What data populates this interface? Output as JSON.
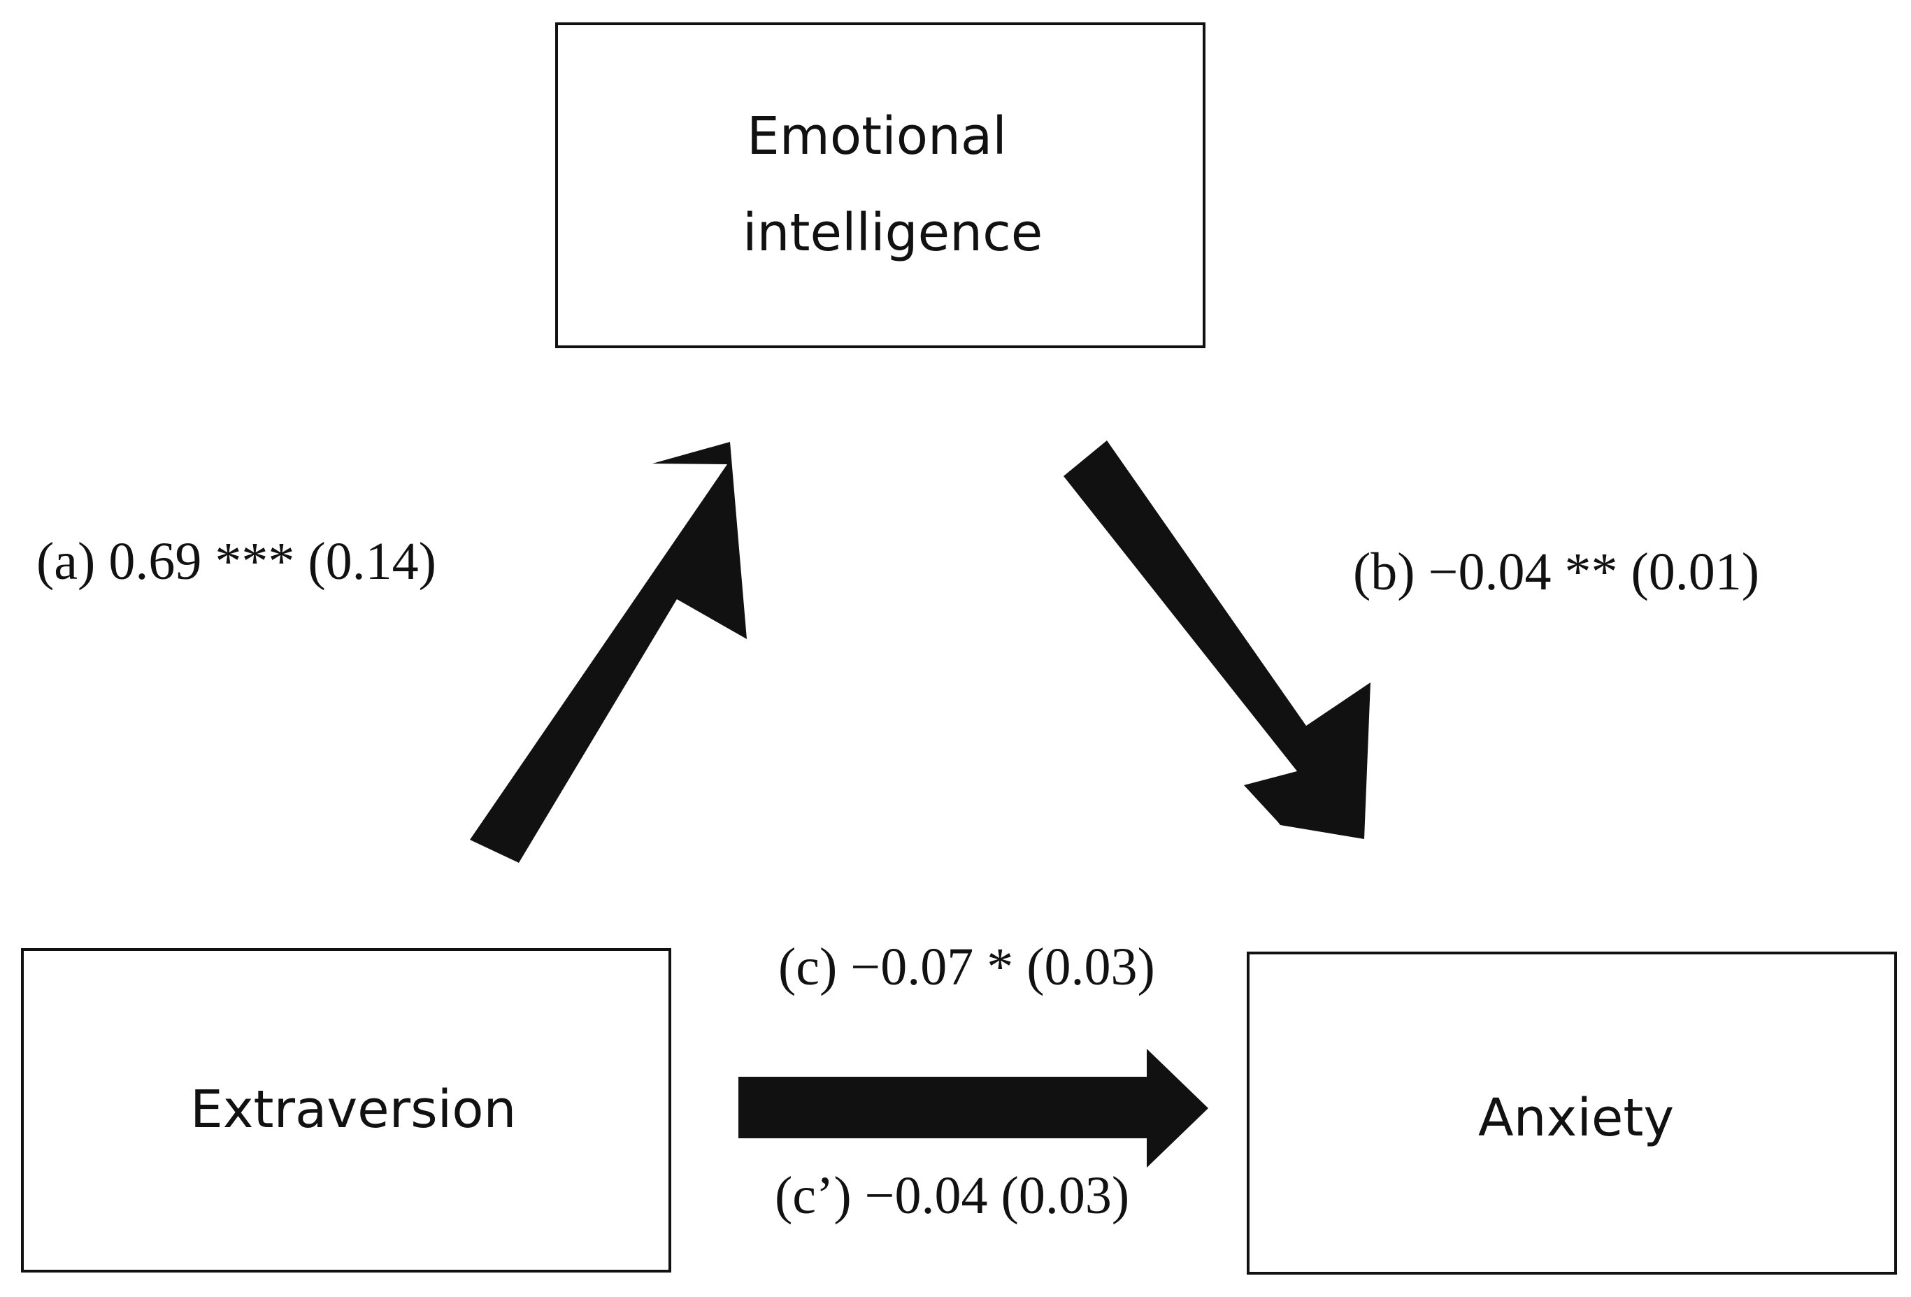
{
  "nodes": {
    "mediator": {
      "line1": "Emotional",
      "line2": "intelligence"
    },
    "predictor": {
      "label": "Extraversion"
    },
    "outcome": {
      "label": "Anxiety"
    }
  },
  "paths": {
    "a": "(a) 0.69 *** (0.14)",
    "b": "(b) −0.04 ** (0.01)",
    "c": "(c) −0.07 * (0.03)",
    "c_prime": "(c’) −0.04 (0.03)"
  },
  "colors": {
    "ink": "#111111",
    "background": "#ffffff"
  }
}
